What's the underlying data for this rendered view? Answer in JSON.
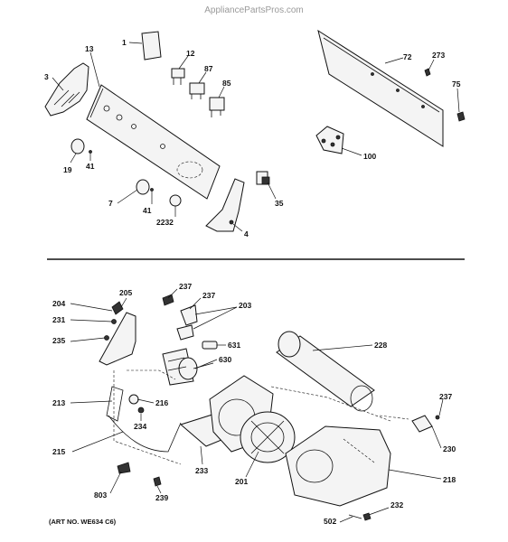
{
  "watermark": "AppliancePartsPros.com",
  "art_number": "(ART NO. WE634 C6)",
  "callouts_top": [
    "1",
    "3",
    "13",
    "12",
    "87",
    "85",
    "19",
    "41",
    "7",
    "41",
    "2232",
    "72",
    "273",
    "75",
    "100",
    "35",
    "4"
  ],
  "callouts_bottom": [
    "204",
    "205",
    "237",
    "237",
    "203",
    "231",
    "235",
    "631",
    "228",
    "630",
    "213",
    "216",
    "234",
    "237",
    "215",
    "233",
    "201",
    "230",
    "218",
    "803",
    "239",
    "232",
    "502"
  ]
}
